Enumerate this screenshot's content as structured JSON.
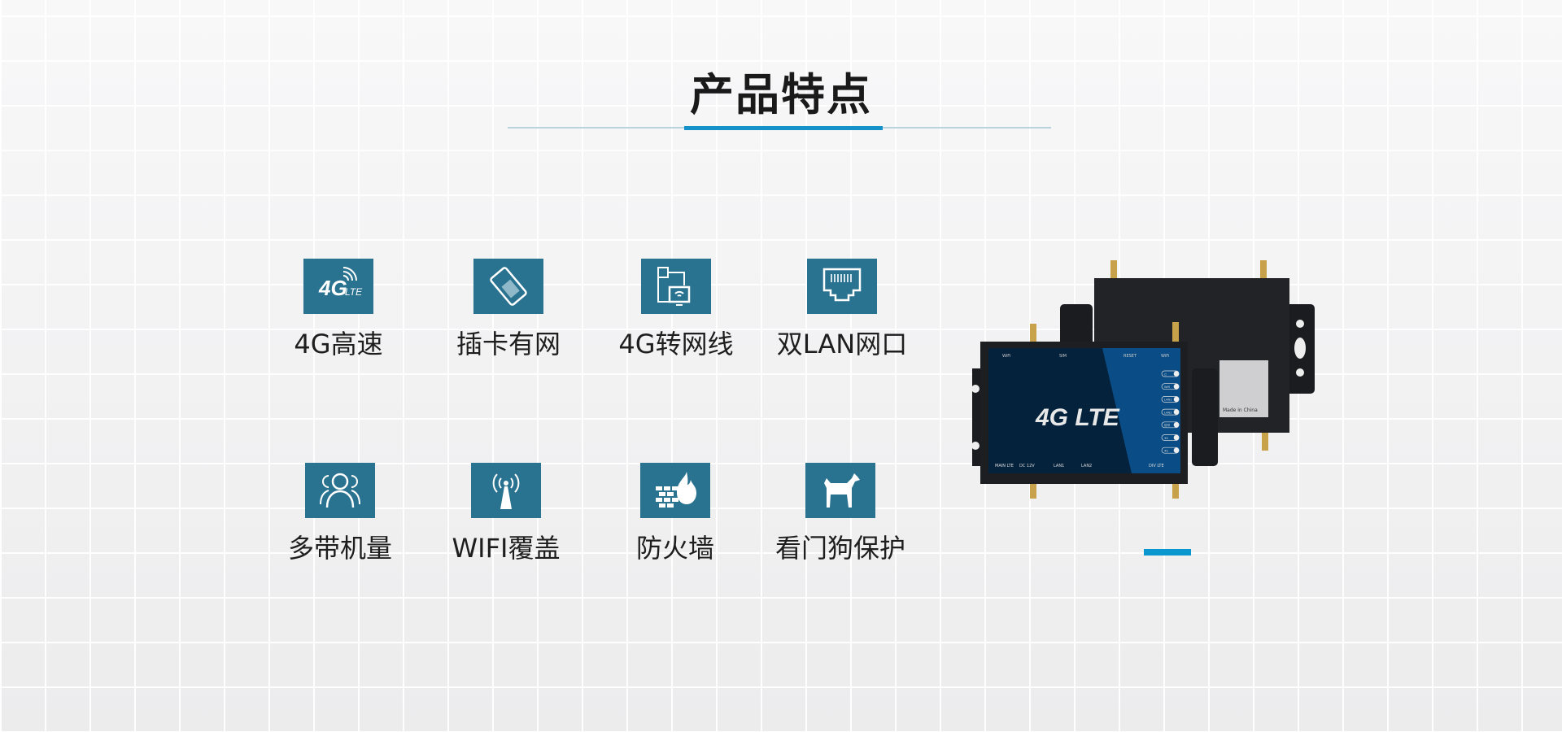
{
  "header": {
    "title": "产品特点"
  },
  "colors": {
    "accent": "#1593c8",
    "icon_bg": "#2a7390",
    "title": "#1a1a1a"
  },
  "features": [
    {
      "label": "4G高速",
      "icon": "4g-lte-icon"
    },
    {
      "label": "插卡有网",
      "icon": "sim-card-icon"
    },
    {
      "label": "4G转网线",
      "icon": "network-conversion-icon"
    },
    {
      "label": "双LAN网口",
      "icon": "ethernet-port-icon"
    },
    {
      "label": "多带机量",
      "icon": "users-icon"
    },
    {
      "label": "WIFI覆盖",
      "icon": "wifi-antenna-icon"
    },
    {
      "label": "防火墙",
      "icon": "firewall-icon"
    },
    {
      "label": "看门狗保护",
      "icon": "watchdog-icon"
    }
  ],
  "product": {
    "logo": "4G LTE",
    "top_labels": [
      "WiFi",
      "SIM",
      "RESET",
      "WiFi"
    ],
    "bottom_labels": [
      "MAIN LTE",
      "DC 12V",
      "LAN1",
      "LAN2",
      "DIV LTE"
    ],
    "leds": [
      "⏻",
      "WiFi",
      "LAN1",
      "LAN2",
      "信号",
      "3G",
      "4G"
    ],
    "sticker": "Made in China"
  }
}
